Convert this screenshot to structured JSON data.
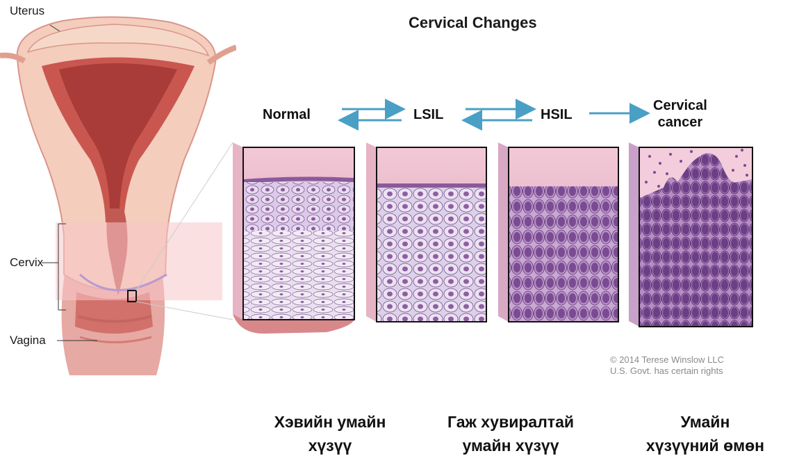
{
  "title": "Cervical Changes",
  "anatomy_labels": {
    "uterus": "Uterus",
    "cervix": "Cervix",
    "vagina": "Vagina"
  },
  "stages": {
    "normal": "Normal",
    "lsil": "LSIL",
    "hsil": "HSIL",
    "cancer_line1": "Cervical",
    "cancer_line2": "cancer"
  },
  "copyright": {
    "line1": "© 2014 Terese Winslow LLC",
    "line2": "U.S. Govt. has certain rights"
  },
  "mongolian_captions": [
    {
      "line1": "Хэвийн умайн",
      "line2": "хүзүү"
    },
    {
      "line1": "Гаж хувиралтай",
      "line2": "умайн хүзүү"
    },
    {
      "line1": "Умайн",
      "line2": "хүзүүний өмөн"
    }
  ],
  "colors": {
    "arrow": "#4a9fc4",
    "tissue_pink": "#e8b8c8",
    "cell_purple": "#8a5a9a",
    "uterus_flesh": "#f2c8b8",
    "uterus_red": "#c8504a"
  }
}
